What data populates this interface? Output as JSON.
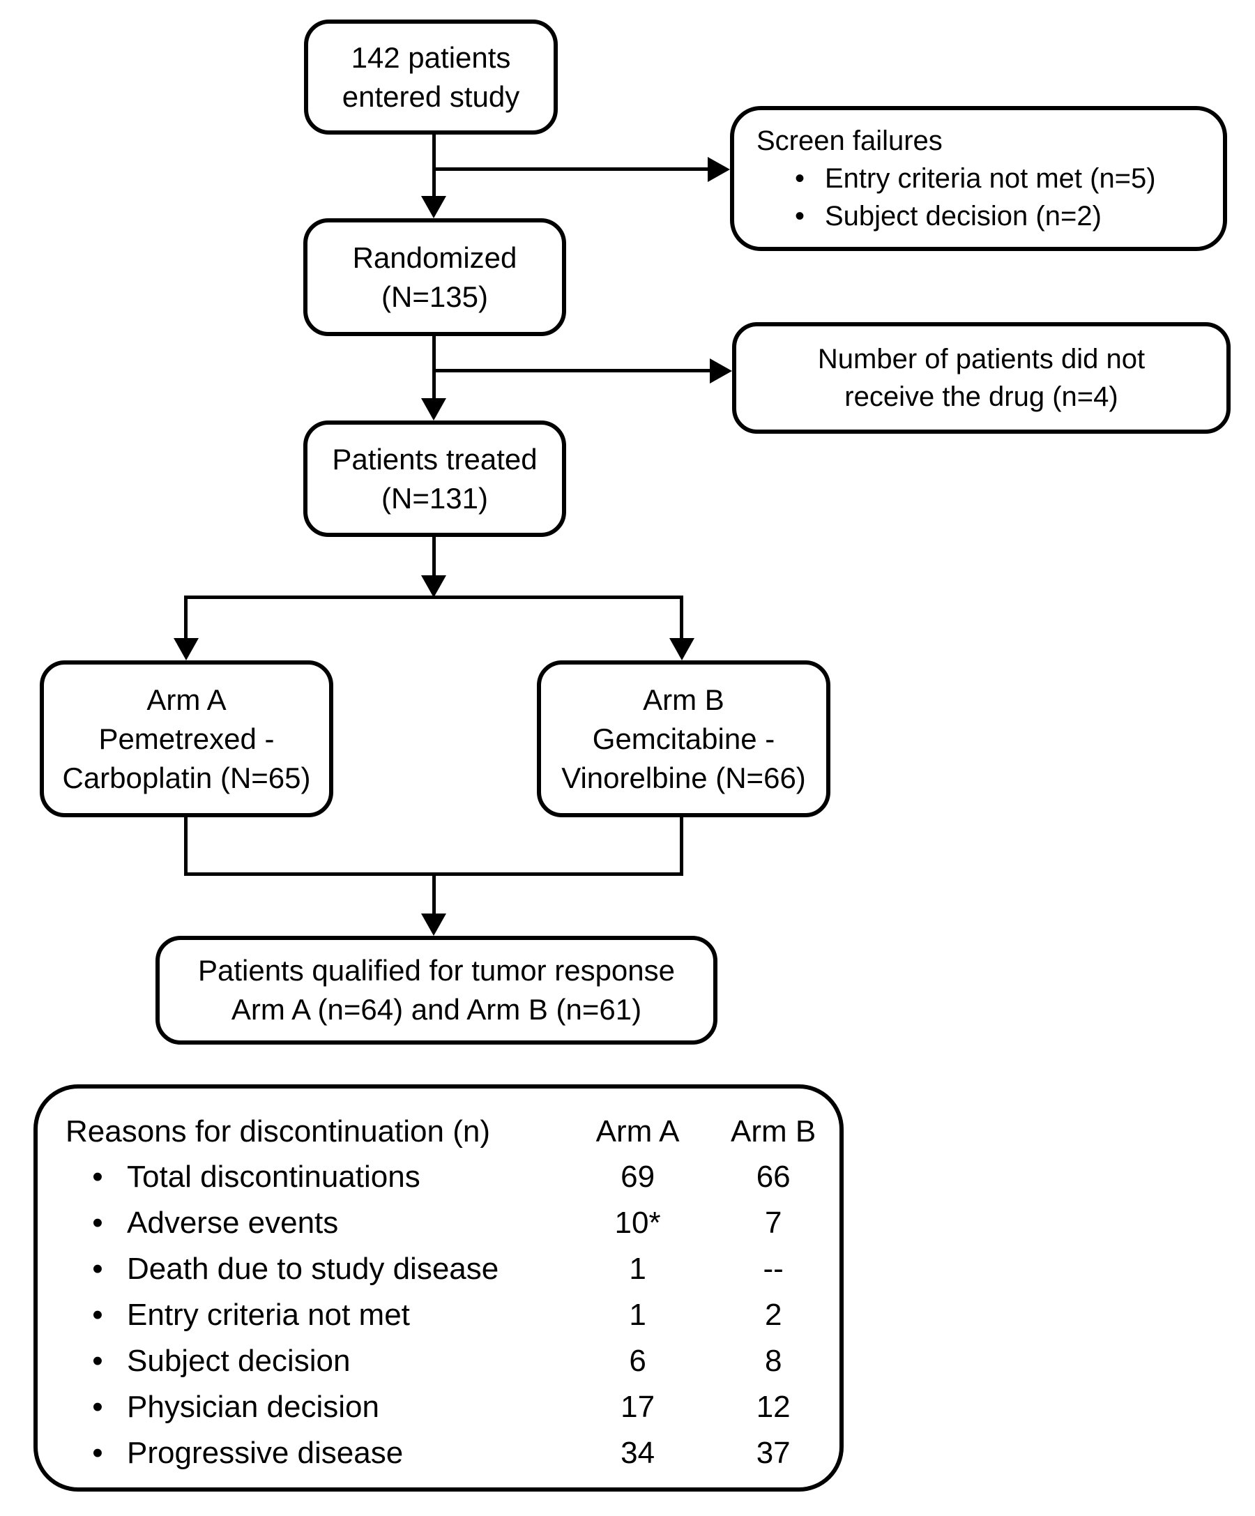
{
  "figure": {
    "bullet": "•",
    "colors": {
      "ink": "#000000",
      "paper": "#ffffff"
    },
    "boxes": {
      "entered": {
        "line1": "142 patients",
        "line2": "entered study"
      },
      "screen_failures": {
        "title": "Screen failures",
        "items": [
          {
            "text": "Entry criteria not met (n=5)"
          },
          {
            "text": "Subject decision (n=2)"
          }
        ]
      },
      "randomized": {
        "line1": "Randomized",
        "line2": "(N=135)"
      },
      "not_received": {
        "line1": "Number of patients did not",
        "line2": "receive the drug (n=4)"
      },
      "treated": {
        "line1": "Patients treated",
        "line2": "(N=131)"
      },
      "arm_a": {
        "line1": "Arm A",
        "line2": "Pemetrexed -",
        "line3": "Carboplatin (N=65)"
      },
      "arm_b": {
        "line1": "Arm B",
        "line2": "Gemcitabine -",
        "line3": "Vinorelbine (N=66)"
      },
      "qualified": {
        "line1": "Patients qualified for tumor response",
        "line2": "Arm A (n=64) and Arm B (n=61)"
      }
    },
    "table": {
      "header_label": "Reasons for discontinuation (n)",
      "col_a": "Arm A",
      "col_b": "Arm B",
      "rows": [
        {
          "label": "Total discontinuations",
          "a": "69",
          "b": "66"
        },
        {
          "label": "Adverse events",
          "a": "10*",
          "b": "7"
        },
        {
          "label": "Death due to study disease",
          "a": "1",
          "b": "--"
        },
        {
          "label": "Entry criteria not met",
          "a": "1",
          "b": "2"
        },
        {
          "label": "Subject decision",
          "a": "6",
          "b": "8"
        },
        {
          "label": "Physician decision",
          "a": "17",
          "b": "12"
        },
        {
          "label": "Progressive disease",
          "a": "34",
          "b": "37"
        }
      ]
    }
  }
}
